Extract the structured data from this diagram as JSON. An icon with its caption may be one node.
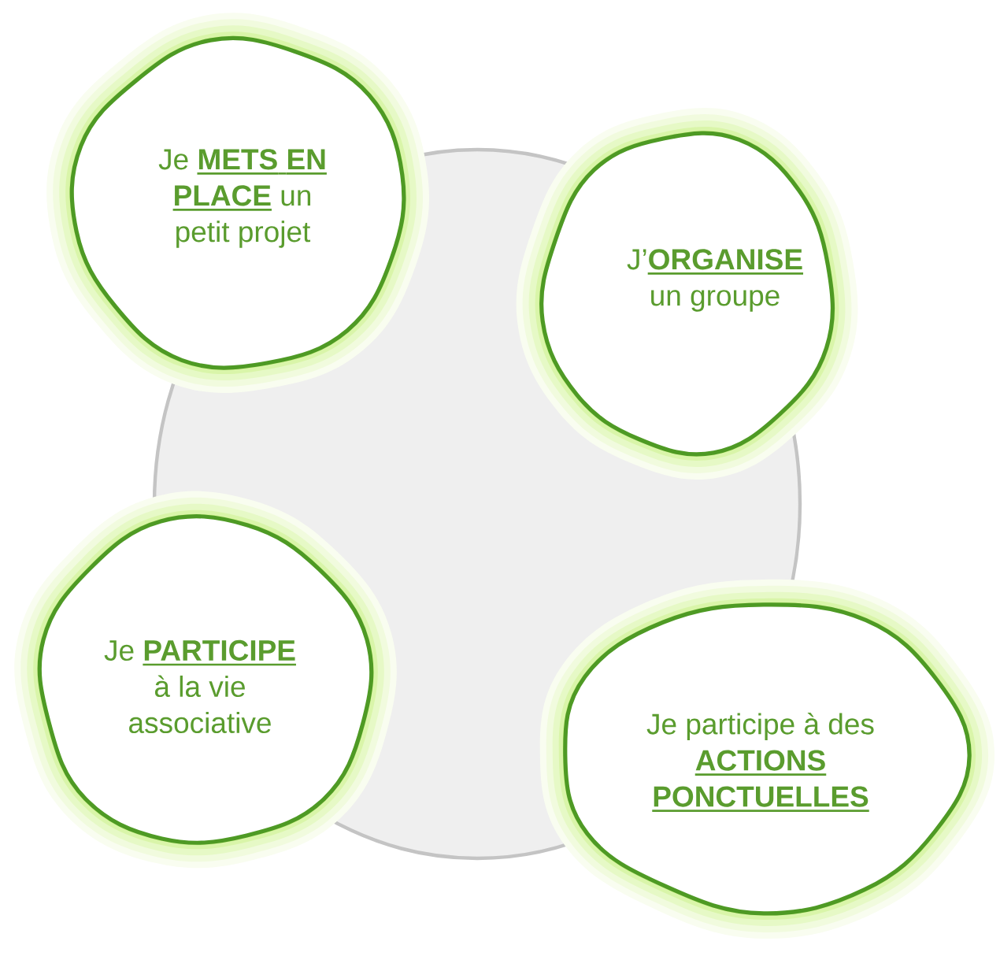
{
  "diagram": {
    "nodes": [
      {
        "text": [
          "Je **METS EN PLACE** un petit projet"
        ]
      },
      {
        "text": [
          "J’**ORGANISE** un groupe"
        ]
      },
      {
        "text": [
          "Je **PARTICIPE** à la vie associative"
        ]
      },
      {
        "text": [
          "Je participe à des **ACTIONS PONCTUELLES**"
        ]
      }
    ]
  }
}
